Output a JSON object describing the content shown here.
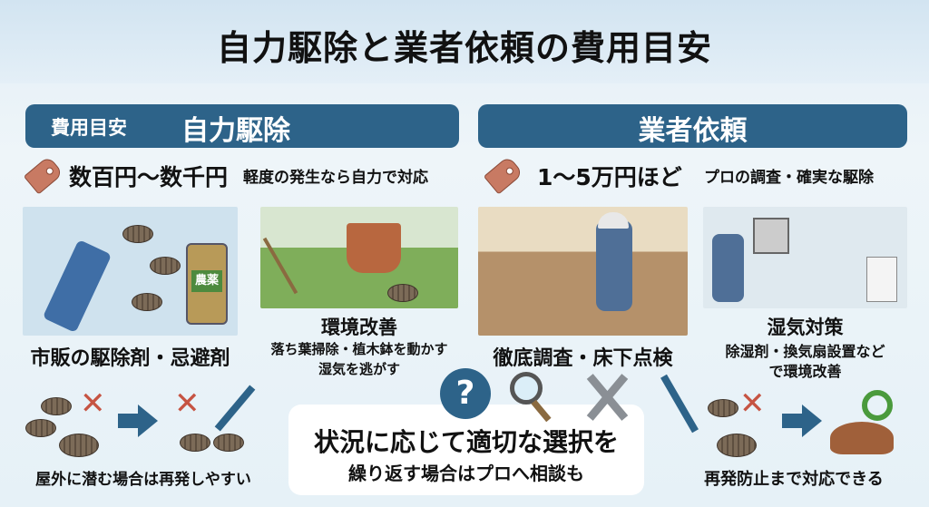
{
  "title": "自力駆除と業者依頼の費用目安",
  "left": {
    "header_label": "費用目安",
    "header_title": "自力駆除",
    "price": "数百円〜数千円",
    "note": "軽度の発生なら自力で対応",
    "item1": {
      "caption": "市販の駆除剤・忌避剤",
      "bottle_label": "農薬"
    },
    "item2": {
      "title": "環境改善",
      "line1": "落ち葉掃除・植木鉢を動かす",
      "line2": "湿気を逃がす"
    },
    "bottom_caption": "屋外に潜む場合は再発しやすい"
  },
  "right": {
    "header_title": "業者依頼",
    "price": "1〜5万円ほど",
    "note": "プロの調査・確実な駆除",
    "item1": {
      "caption": "徹底調査・床下点検"
    },
    "item2": {
      "title": "湿気対策",
      "line1": "除湿剤・換気扇設置など",
      "line2": "で環境改善"
    },
    "bottom_caption": "再発防止まで対応できる"
  },
  "center": {
    "question_mark": "?",
    "main": "状況に応じて適切な選択を",
    "sub": "繰り返す場合はプロへ相談も"
  },
  "colors": {
    "accent": "#2d6389",
    "tag": "#c87a63",
    "cross": "#c65443",
    "circle": "#4a9a3c"
  }
}
